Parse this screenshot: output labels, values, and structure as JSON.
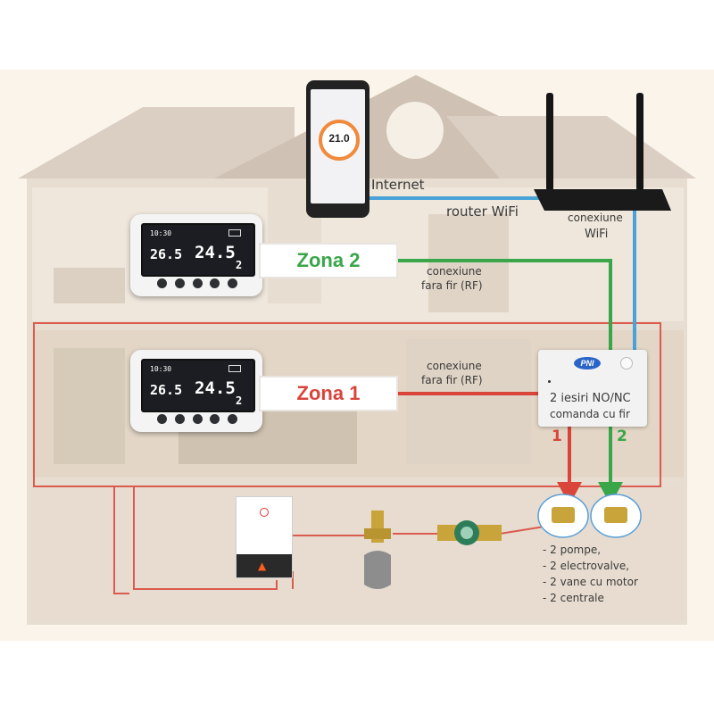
{
  "labels": {
    "internet": "Internet",
    "router": "router WiFi",
    "wifi_conn_1": "conexiune",
    "wifi_conn_2": "WiFi",
    "rf_conn_1": "conexiune",
    "rf_conn_2": "fara fir (RF)",
    "zona2": "Zona 2",
    "zona1": "Zona 1",
    "outputs_1": "2 iesiri NO/NC",
    "outputs_2": "comanda cu fir",
    "out_num_1": "1",
    "out_num_2": "2",
    "ctrl_logo": "PNI",
    "list": [
      "- 2 pompe,",
      "- 2 electrovalve,",
      "- 2 vane cu motor",
      "- 2 centrale"
    ]
  },
  "phone": {
    "temperature": "21.0"
  },
  "thermostats": [
    {
      "zone": "Zona 2",
      "time": "10:30",
      "set_temp": "26.5",
      "room_temp": "24.5",
      "zone_num": "2"
    },
    {
      "zone": "Zona 1",
      "time": "10:30",
      "set_temp": "26.5",
      "room_temp": "24.5",
      "zone_num": "2"
    }
  ],
  "colors": {
    "wifi_line": "#4aa3d8",
    "zone2_line": "#3aa64a",
    "zone1_line": "#d9453b",
    "house_wall": "#d6cbc0",
    "house_room": "#ece4d9",
    "zone1_text": "#d9453b",
    "zone2_text": "#3aa64a"
  },
  "icons": [
    "smartphone-icon",
    "router-icon",
    "thermostat-icon",
    "controller-icon",
    "boiler-icon",
    "motorized-valve-icon",
    "pump-icon",
    "solenoid-valve-icon",
    "arrow-down-icon",
    "flame-icon"
  ]
}
